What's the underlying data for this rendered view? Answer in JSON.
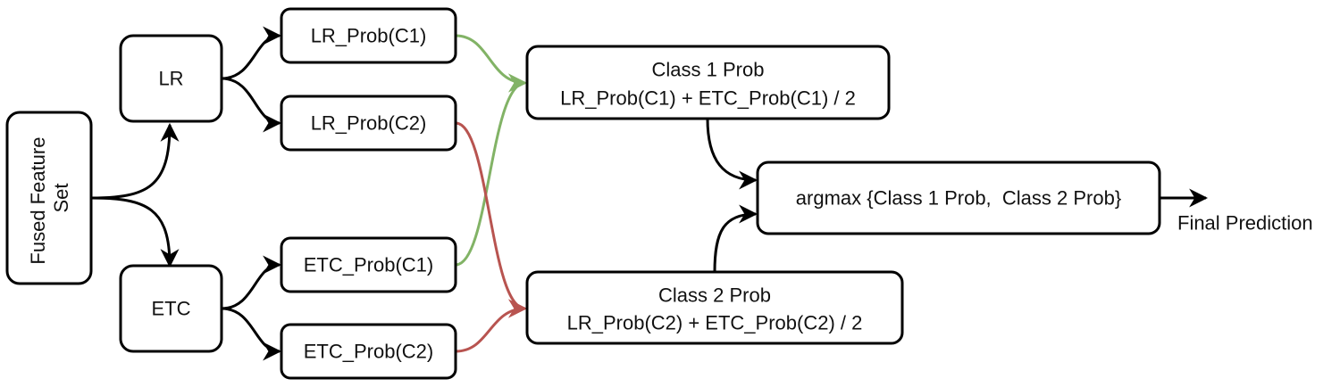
{
  "colors": {
    "black": "#000000",
    "green": "#82b366",
    "red": "#b85450"
  },
  "nodes": {
    "fused": "Fused Feature Set",
    "lr": "LR",
    "etc": "ETC",
    "lr_c1": "LR_Prob(C1)",
    "lr_c2": "LR_Prob(C2)",
    "etc_c1": "ETC_Prob(C1)",
    "etc_c2": "ETC_Prob(C2)",
    "class1_title": "Class 1 Prob",
    "class1_formula": "LR_Prob(C1) + ETC_Prob(C1) / 2",
    "class2_title": "Class 2 Prob",
    "class2_formula": "LR_Prob(C2) + ETC_Prob(C2) / 2",
    "argmax": "argmax {Class 1 Prob,  Class 2 Prob}"
  },
  "output_label": "Final Prediction"
}
